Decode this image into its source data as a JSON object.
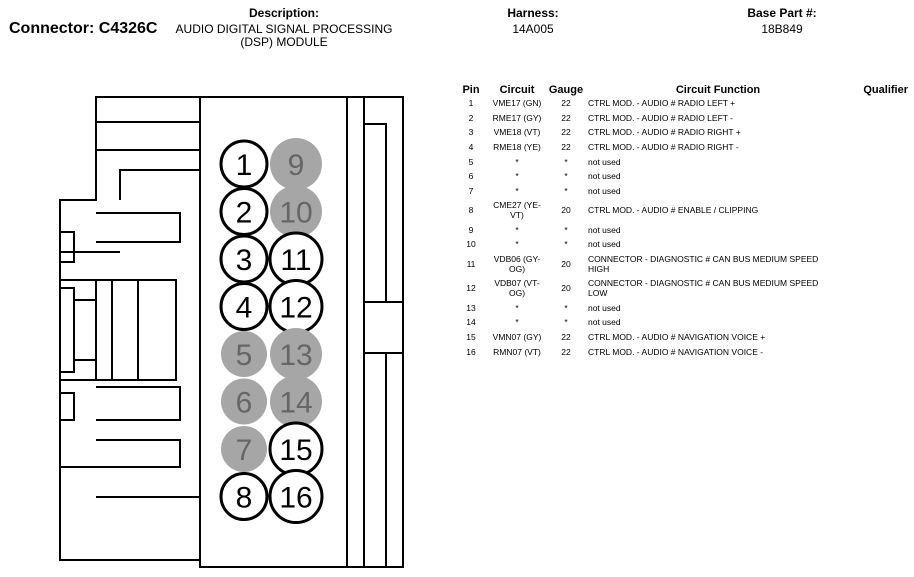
{
  "header": {
    "connector": "Connector: C4326C",
    "description_label": "Description:",
    "description_line1": "AUDIO DIGITAL SIGNAL PROCESSING",
    "description_line2": "(DSP) MODULE",
    "harness_label": "Harness:",
    "harness_value": "14A005",
    "base_part_label": "Base Part #:",
    "base_part_value": "18B849"
  },
  "table": {
    "headers": {
      "pin": "Pin",
      "circuit": "Circuit",
      "gauge": "Gauge",
      "function": "Circuit Function",
      "qualifier": "Qualifier"
    },
    "rows": [
      {
        "pin": "1",
        "circuit_line1": "VME17 (GN)",
        "circuit_line2": "",
        "gauge": "22",
        "function_line1": "CTRL MOD. - AUDIO # RADIO LEFT +",
        "function_line2": "",
        "qualifier": ""
      },
      {
        "pin": "2",
        "circuit_line1": "RME17 (GY)",
        "circuit_line2": "",
        "gauge": "22",
        "function_line1": "CTRL MOD. - AUDIO # RADIO LEFT -",
        "function_line2": "",
        "qualifier": ""
      },
      {
        "pin": "3",
        "circuit_line1": "VME18 (VT)",
        "circuit_line2": "",
        "gauge": "22",
        "function_line1": "CTRL MOD. - AUDIO # RADIO RIGHT +",
        "function_line2": "",
        "qualifier": ""
      },
      {
        "pin": "4",
        "circuit_line1": "RME18 (YE)",
        "circuit_line2": "",
        "gauge": "22",
        "function_line1": "CTRL MOD. - AUDIO # RADIO RIGHT -",
        "function_line2": "",
        "qualifier": ""
      },
      {
        "pin": "5",
        "circuit_line1": "*",
        "circuit_line2": "",
        "gauge": "*",
        "function_line1": "not used",
        "function_line2": "",
        "qualifier": ""
      },
      {
        "pin": "6",
        "circuit_line1": "*",
        "circuit_line2": "",
        "gauge": "*",
        "function_line1": "not used",
        "function_line2": "",
        "qualifier": ""
      },
      {
        "pin": "7",
        "circuit_line1": "*",
        "circuit_line2": "",
        "gauge": "*",
        "function_line1": "not used",
        "function_line2": "",
        "qualifier": ""
      },
      {
        "pin": "8",
        "circuit_line1": "CME27 (YE-",
        "circuit_line2": "VT)",
        "gauge": "20",
        "function_line1": "CTRL MOD. - AUDIO # ENABLE / CLIPPING",
        "function_line2": "",
        "qualifier": ""
      },
      {
        "pin": "9",
        "circuit_line1": "*",
        "circuit_line2": "",
        "gauge": "*",
        "function_line1": "not used",
        "function_line2": "",
        "qualifier": ""
      },
      {
        "pin": "10",
        "circuit_line1": "*",
        "circuit_line2": "",
        "gauge": "*",
        "function_line1": "not used",
        "function_line2": "",
        "qualifier": ""
      },
      {
        "pin": "11",
        "circuit_line1": "VDB06 (GY-",
        "circuit_line2": "OG)",
        "gauge": "20",
        "function_line1": "CONNECTOR - DIAGNOSTIC # CAN BUS MEDIUM SPEED",
        "function_line2": "HIGH",
        "qualifier": ""
      },
      {
        "pin": "12",
        "circuit_line1": "VDB07 (VT-",
        "circuit_line2": "OG)",
        "gauge": "20",
        "function_line1": "CONNECTOR - DIAGNOSTIC # CAN BUS MEDIUM SPEED",
        "function_line2": "LOW",
        "qualifier": ""
      },
      {
        "pin": "13",
        "circuit_line1": "*",
        "circuit_line2": "",
        "gauge": "*",
        "function_line1": "not used",
        "function_line2": "",
        "qualifier": ""
      },
      {
        "pin": "14",
        "circuit_line1": "*",
        "circuit_line2": "",
        "gauge": "*",
        "function_line1": "not used",
        "function_line2": "",
        "qualifier": ""
      },
      {
        "pin": "15",
        "circuit_line1": "VMN07 (GY)",
        "circuit_line2": "",
        "gauge": "22",
        "function_line1": "CTRL MOD. - AUDIO # NAVIGATION VOICE +",
        "function_line2": "",
        "qualifier": ""
      },
      {
        "pin": "16",
        "circuit_line1": "RMN07 (VT)",
        "circuit_line2": "",
        "gauge": "22",
        "function_line1": "CTRL MOD. - AUDIO # NAVIGATION VOICE -",
        "function_line2": "",
        "qualifier": ""
      }
    ]
  },
  "connector_face": {
    "cavities": [
      {
        "label": "1",
        "used": true
      },
      {
        "label": "2",
        "used": true
      },
      {
        "label": "3",
        "used": true
      },
      {
        "label": "4",
        "used": true
      },
      {
        "label": "5",
        "used": false
      },
      {
        "label": "6",
        "used": false
      },
      {
        "label": "7",
        "used": false
      },
      {
        "label": "8",
        "used": true
      },
      {
        "label": "9",
        "used": false
      },
      {
        "label": "10",
        "used": false
      },
      {
        "label": "11",
        "used": true
      },
      {
        "label": "12",
        "used": true
      },
      {
        "label": "13",
        "used": false
      },
      {
        "label": "14",
        "used": false
      },
      {
        "label": "15",
        "used": true
      },
      {
        "label": "16",
        "used": true
      }
    ],
    "used_color": "#ffffff",
    "unused_color": "#a6a6a6",
    "unused_text_color": "#666666"
  }
}
